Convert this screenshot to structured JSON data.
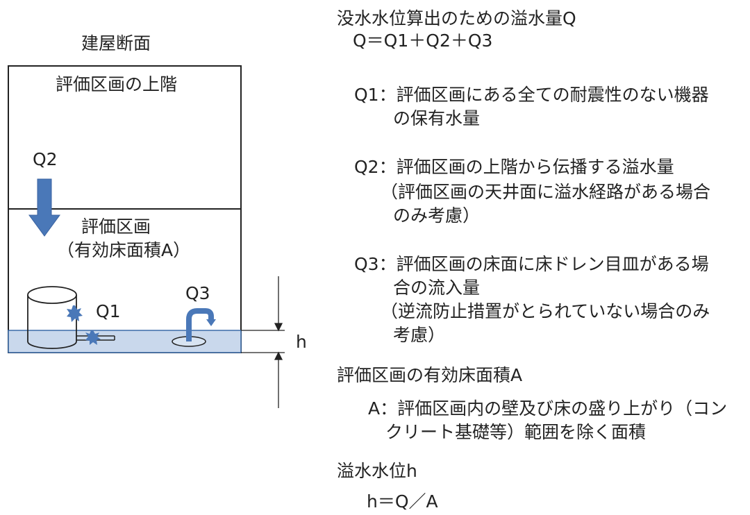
{
  "diagram": {
    "section_title": "建屋断面",
    "upper_floor_label": "評価区画の上階",
    "q2_label": "Q2",
    "zone_label_line1": "評価区画",
    "zone_label_line2": "（有効床面積A）",
    "q1_label": "Q1",
    "q3_label": "Q3",
    "h_label": "h",
    "colors": {
      "arrow_fill": "#4a78b8",
      "water_fill": "#c9d8ec",
      "water_stroke": "#3a6aa8",
      "line": "#222222"
    }
  },
  "explanation": {
    "title": "没水水位算出のための溢水量Q",
    "formula": "Q＝Q1＋Q2＋Q3",
    "q1_line1": "Q1：評価区画にある全ての耐震性のない機器",
    "q1_line2": "の保有水量",
    "q2_line1": "Q2：評価区画の上階から伝播する溢水量",
    "q2_note_line1": "（評価区画の天井面に溢水経路がある場合",
    "q2_note_line2": "のみ考慮）",
    "q3_line1": "Q3：評価区画の床面に床ドレン目皿がある場",
    "q3_line2": "合の流入量",
    "q3_note_line1": "（逆流防止措置がとられていない場合のみ",
    "q3_note_line2": "考慮）",
    "area_title": "評価区画の有効床面積A",
    "area_line1": "A：評価区画内の壁及び床の盛り上がり（コン",
    "area_line2": "クリート基礎等）範囲を除く面積",
    "level_title": "溢水水位h",
    "level_formula": "h＝Q／A"
  }
}
